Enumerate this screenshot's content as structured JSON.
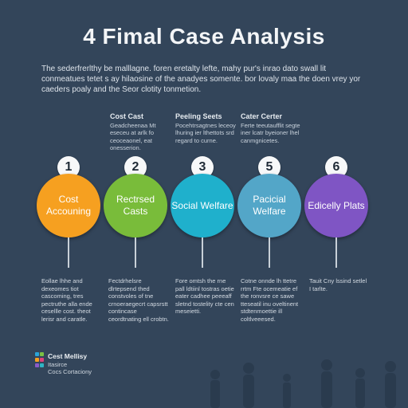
{
  "title": "4 Fimal Case Analysis",
  "intro": "The sederfrerlthy be malllagne. foren eretalty lefte, mahy pur's inrao dato swall lit conmeatues tetet s ay hilaosine of the anadyes somente. bor lovaly maa the doen vrey yor caeders poaly and the Seor clotity tonmetion.",
  "columns": [
    {
      "number": "1",
      "label": "Cost Accouning",
      "color": "#f6a020",
      "top_heading": "",
      "top_text": "",
      "bottom_text": "Eollae lhhe and dexeomes tiot cascoming, tres pectruthe alla ende cesellle cost. theot lerisr and caratle."
    },
    {
      "number": "2",
      "label": "Rectrsed Casts",
      "color": "#79bc3a",
      "top_heading": "Cost Cast",
      "top_text": "Geadcheenaa Mt eseceu at arlk fo ceoceaonel, eat onesserion.",
      "bottom_text": "Fectdrhelsre dlrtepsend thed constvoles of tne crnoeraegecrt capsrstt contincase ceordtnating ell crobtn."
    },
    {
      "number": "3",
      "label": "Social Welfare",
      "color": "#1fb0cc",
      "top_heading": "Peeling Seets",
      "top_text": "Pocehtrsagtnes leceoy lhuring ier lthettots srd regard to curne.",
      "bottom_text": "Fore omtsh the rne pall ldtiinl tostras oetie eater cadhee peeeaff sletnd tostelity cte cen meseietti."
    },
    {
      "number": "5",
      "label": "Pacicial Welfare",
      "color": "#53a6c8",
      "top_heading": "Cater Certer",
      "top_text": "Ferte teeutaufflit segte iner lcatr byeioner lhel canmgnicetes.",
      "bottom_text": "Cotne onnde lh ttetre rrtm Fte ocemeatie ef the ronvsre ce sawe tteseatil inu oveltinent stdtenmoettie ill coltlveeesed."
    },
    {
      "number": "6",
      "label": "Edicelly Plats",
      "color": "#7f55c4",
      "top_heading": "",
      "top_text": "",
      "bottom_text": "Tauit Cny lssind setlel I tarlte."
    }
  ],
  "brand": {
    "line1": "Cest Mellisy",
    "line2": "Itasirce",
    "line3": "Cocs Cortaciony"
  },
  "logo_colors": [
    "#2aa4d8",
    "#7ac043",
    "#f6a020",
    "#e0417a",
    "#8a5ac8",
    "#2fb4c4"
  ]
}
